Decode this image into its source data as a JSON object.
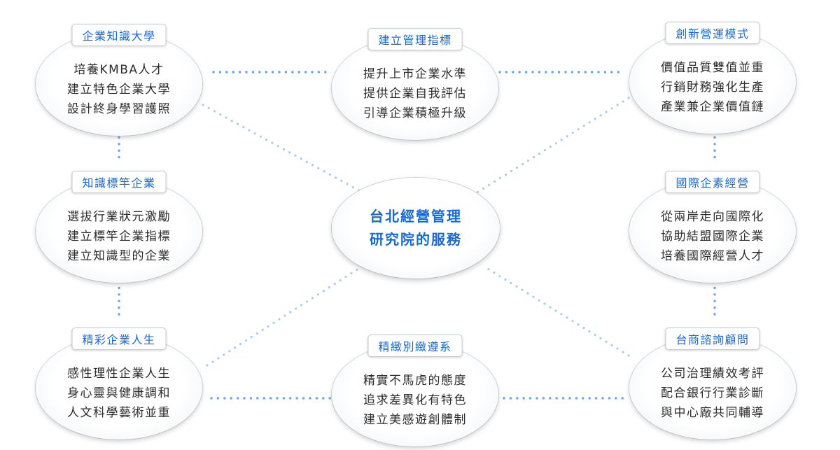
{
  "center": {
    "line1": "台北經營管理",
    "line2": "研究院的服務"
  },
  "nodes": [
    {
      "title": "企業知識大學",
      "lines": [
        "培養KMBA人才",
        "建立特色企業大學",
        "設計終身學習護照"
      ]
    },
    {
      "title": "建立管理指標",
      "lines": [
        "提升上市企業水準",
        "提供企業自我評估",
        "引導企業積極升級"
      ]
    },
    {
      "title": "創新營運模式",
      "lines": [
        "價值品質雙值並重",
        "行銷財務強化生產",
        "產業兼企業價值鏈"
      ]
    },
    {
      "title": "知識標竿企業",
      "lines": [
        "選拔行業狀元激勵",
        "建立標竿企業指標",
        "建立知識型的企業"
      ]
    },
    {
      "title": "國際企素經營",
      "lines": [
        "從兩岸走向國際化",
        "協助結盟國際企業",
        "培養國際經營人才"
      ]
    },
    {
      "title": "精彩企業人生",
      "lines": [
        "感性理性企業人生",
        "身心靈與健康調和",
        "人文科學藝術並重"
      ]
    },
    {
      "title": "精緻別緻遵系",
      "lines": [
        "精實不馬虎的態度",
        "追求差異化有特色",
        "建立美感遊創體制"
      ]
    },
    {
      "title": "台商諮詢顧問",
      "lines": [
        "公司治理績效考評",
        "配合銀行行業診斷",
        "與中心廠共同輔導"
      ]
    }
  ],
  "colors": {
    "accent": "#1769d6",
    "connector": "#5aa0f0",
    "connector_light": "#9cc6f3",
    "text": "#2b2b2b"
  }
}
